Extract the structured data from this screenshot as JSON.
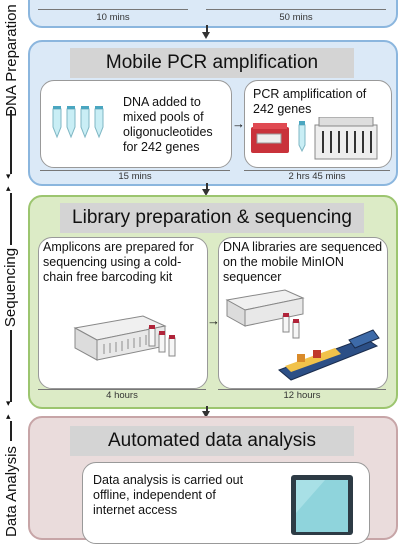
{
  "side_labels": {
    "dna_prep": "DNA Preparation",
    "sequencing": "Sequencing",
    "analysis": "Data Analysis"
  },
  "top_panel": {
    "time_left": "10 mins",
    "time_right": "50 mins"
  },
  "pcr_panel": {
    "title": "Mobile PCR amplification",
    "card1_text": "DNA added to mixed pools of oligonucleotides for 242 genes",
    "card2_text": "PCR amplification of 242 genes",
    "time_left": "15 mins",
    "time_right": "2 hrs 45 mins"
  },
  "library_panel": {
    "title": "Library preparation & sequencing",
    "card1_text": "Amplicons are prepared for sequencing using a cold-chain free barcoding kit",
    "card2_text": "DNA libraries are sequenced on the mobile MinION sequencer",
    "time_left": "4 hours",
    "time_right": "12 hours"
  },
  "analysis_panel": {
    "title": "Automated data analysis",
    "card_text": "Data analysis is carried out offline, independent of internet access"
  }
}
